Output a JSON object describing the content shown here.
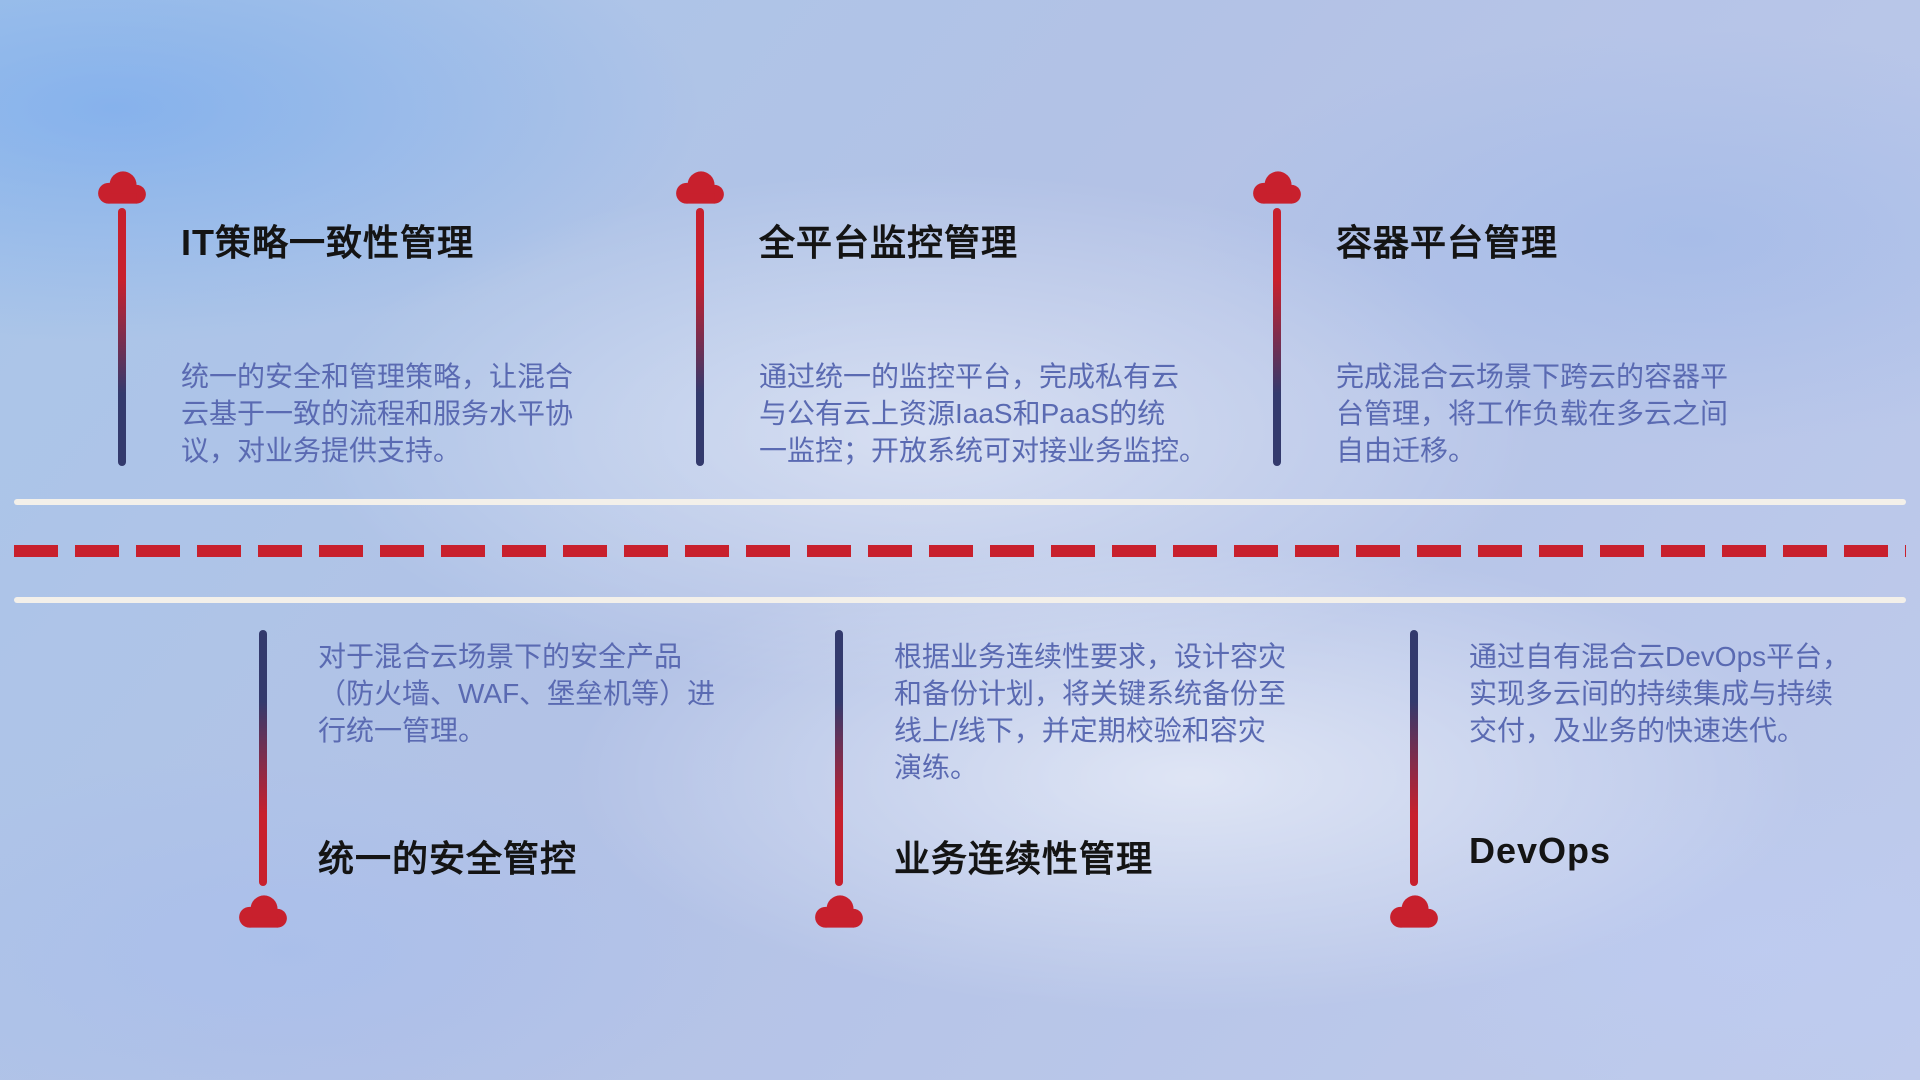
{
  "diagram": {
    "type": "hybrid-cloud-capability-timeline",
    "colors": {
      "accent_red": "#c8202d",
      "connector_navy": "#333a6d",
      "description_text": "#5a6ab2",
      "title_text": "#141414",
      "road_line_white": "#f3f0ea"
    },
    "top_items": [
      {
        "title": "IT策略一致性管理",
        "desc_lines": [
          "统一的安全和管理策略，让混合",
          "云基于一致的流程和服务水平协",
          "议，对业务提供支持。"
        ]
      },
      {
        "title": "全平台监控管理",
        "desc_lines": [
          "通过统一的监控平台，完成私有云",
          "与公有云上资源IaaS和PaaS的统",
          "一监控；开放系统可对接业务监控。"
        ]
      },
      {
        "title": "容器平台管理",
        "desc_lines": [
          "完成混合云场景下跨云的容器平",
          "台管理，将工作负载在多云之间",
          "自由迁移。"
        ]
      }
    ],
    "bottom_items": [
      {
        "title": "统一的安全管控",
        "desc_lines": [
          "对于混合云场景下的安全产品",
          "（防火墙、WAF、堡垒机等）进",
          "行统一管理。"
        ]
      },
      {
        "title": "业务连续性管理",
        "desc_lines": [
          "根据业务连续性要求，设计容灾",
          "和备份计划，将关键系统备份至",
          "线上/线下，并定期校验和容灾",
          "演练。"
        ]
      },
      {
        "title": "DevOps",
        "desc_lines": [
          "通过自有混合云DevOps平台，",
          "实现多云间的持续集成与持续",
          "交付，及业务的快速迭代。"
        ]
      }
    ]
  }
}
